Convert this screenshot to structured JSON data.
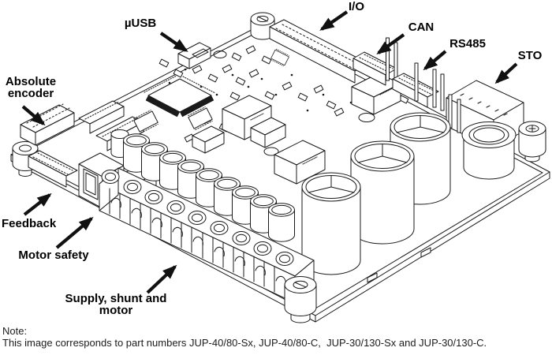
{
  "colors": {
    "ink": "#1a1a1a",
    "background": "#ffffff",
    "label_text": "#000000"
  },
  "callouts": {
    "usb": "µUSB",
    "io": "I/O",
    "can": "CAN",
    "rs485": "RS485",
    "sto": "STO",
    "absolute_encoder": "Absolute encoder",
    "feedback": "Feedback",
    "motor_safety": "Motor safety",
    "supply": "Supply, shunt and motor"
  },
  "note": {
    "heading": "Note:",
    "body": "This image corresponds to part numbers JUP-40/80-Sx, JUP-40/80-C,  JUP-30/130-Sx and JUP-30/130-C."
  }
}
